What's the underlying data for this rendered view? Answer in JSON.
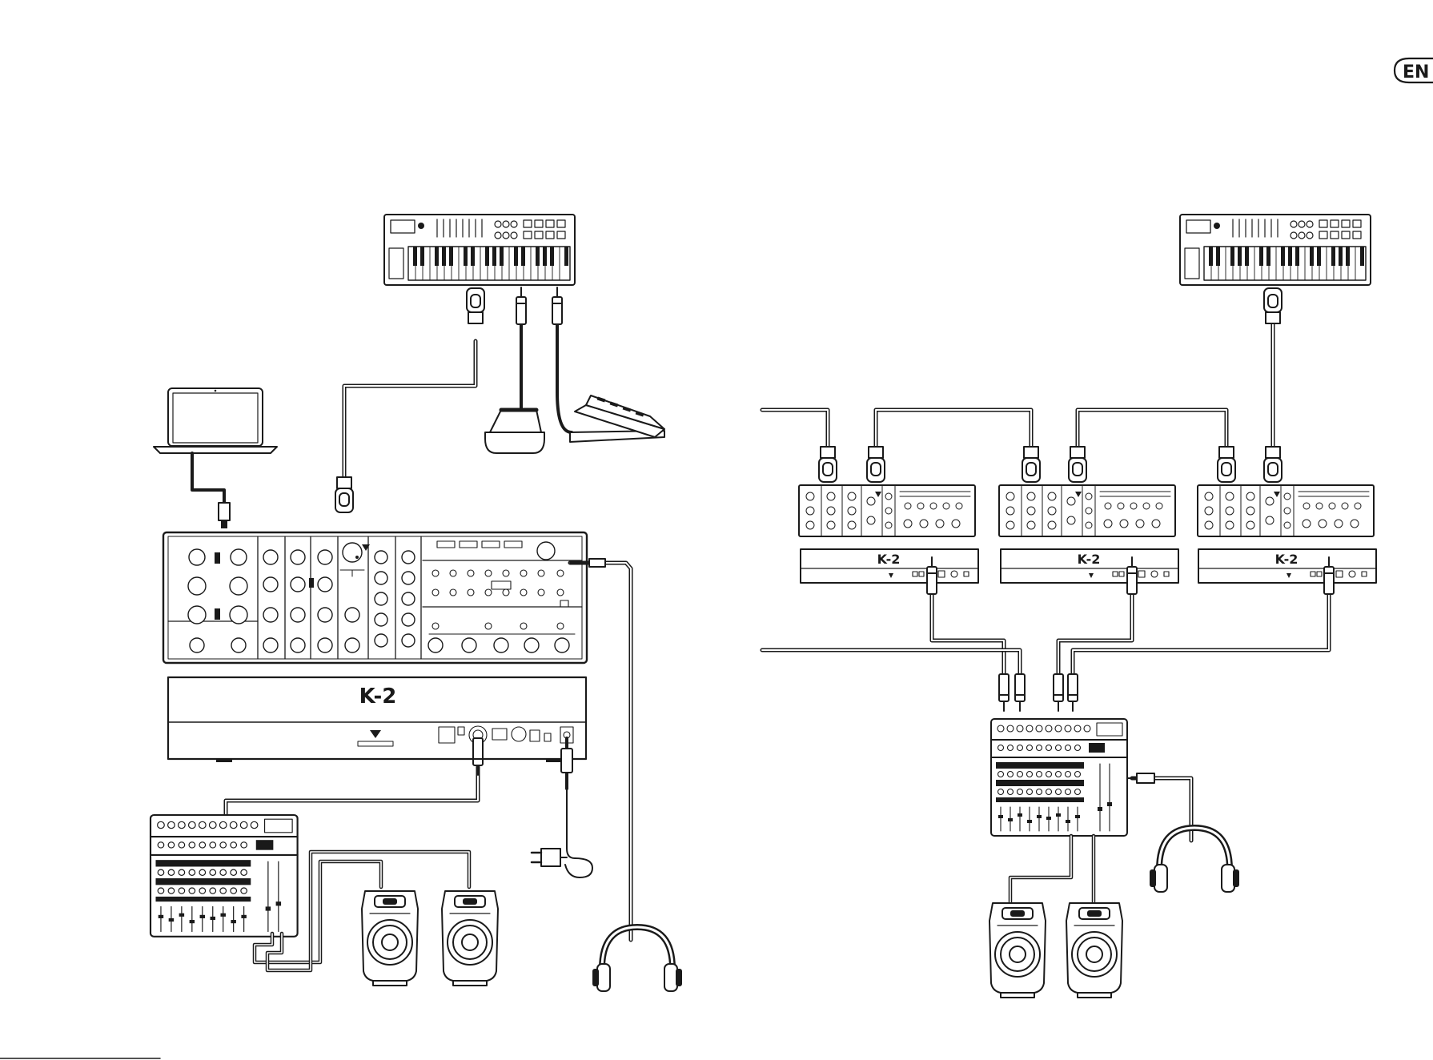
{
  "page": {
    "language_badge": "EN"
  },
  "left_setup": {
    "synth_label": "K-2"
  },
  "right_setup": {
    "synth_labels": [
      "K-2",
      "K-2",
      "K-2"
    ]
  },
  "colors": {
    "ink": "#1a1a1a",
    "background": "#ffffff",
    "panel_fill": "#f7f7f7"
  },
  "icons": {
    "midi_keyboard": "keyboard-icon",
    "laptop": "laptop-icon",
    "sustain_pedal": "sustain-pedal-icon",
    "expression_pedal": "expression-pedal-icon",
    "mixer": "mixer-icon",
    "speaker": "speaker-icon",
    "headphones": "headphones-icon",
    "power_adapter": "power-adapter-icon"
  }
}
